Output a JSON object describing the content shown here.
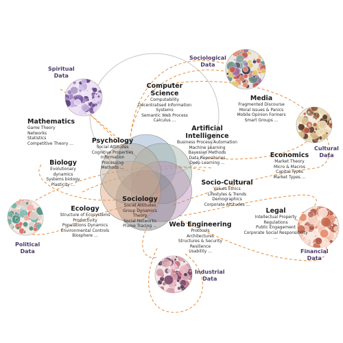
{
  "colors": {
    "dashed": "#e8944a",
    "ring": "#bbbbbb",
    "data_label": "#4d3a6b"
  },
  "venn_core": [
    {
      "fill": "#8aa7c8"
    },
    {
      "fill": "#9fb3a6"
    },
    {
      "fill": "#b98fb6"
    },
    {
      "fill": "#7f7f86"
    },
    {
      "fill": "#e2a277"
    },
    {
      "fill": "#b9ab9a"
    }
  ],
  "data_bubbles": {
    "spiritual": {
      "label": "Spiritual\nData",
      "base": "#ede3f3",
      "dots": [
        "#7a5aa0",
        "#9b7fbf",
        "#c8b1dd",
        "#5c3f80",
        "#e7d8f3"
      ]
    },
    "sociological": {
      "label": "Sociological\nData",
      "base": "#eae6e0",
      "dots": [
        "#3d3a57",
        "#c25d5d",
        "#e4c86b",
        "#6c8f8c",
        "#9a6ea1",
        "#e48c6a"
      ]
    },
    "cultural": {
      "label": "Cultural\nData",
      "base": "#f1ead5",
      "dots": [
        "#5b3b2a",
        "#8a5a3a",
        "#d7b784",
        "#b55a3c",
        "#e9d9b3"
      ]
    },
    "political": {
      "label": "Political\nData",
      "base": "#f6ece6",
      "dots": [
        "#e06b63",
        "#6bb3a8",
        "#f1b3a8",
        "#4e8f84",
        "#d9d0c9"
      ]
    },
    "financial": {
      "label": "Financial\nData",
      "base": "#fbe8e0",
      "dots": [
        "#e78a6c",
        "#c86b4f",
        "#f5c7b3",
        "#fce1d6",
        "#b25a48"
      ]
    },
    "industrial": {
      "label": "Industrial\nData",
      "base": "#f1e6e8",
      "dots": [
        "#7a4a6b",
        "#c46b7a",
        "#e9b9c3",
        "#5a3a55",
        "#d69ca7"
      ]
    }
  },
  "fields": {
    "computer_science": {
      "title": "Computer\nScience",
      "items": [
        "Computability",
        "Decentralised Information",
        "Systems",
        "Semantic Web Process",
        "Calculus ..."
      ]
    },
    "media": {
      "title": "Media",
      "items": [
        "Fragmented Discourse",
        "Moral Issues & Panics",
        "Mobile Opinion Formers",
        "Smart Groups ..."
      ]
    },
    "mathematics": {
      "title": "Mathematics",
      "items": [
        "Game Theory",
        "Networks",
        "Statistics",
        "Competitive Theory ..."
      ]
    },
    "psychology": {
      "title": "Psychology",
      "items": [
        "Social Attitudes",
        "Cognitive Properties",
        "Information",
        "Processing",
        "Methods ..."
      ]
    },
    "ai": {
      "title": "Artificial\nIntelligence",
      "items": [
        "Business Process Automation",
        "Machine Learning",
        "Bayesian Methods",
        "Data Repositories",
        "Deep Learning ..."
      ]
    },
    "economics": {
      "title": "Economics",
      "items": [
        "Market Theory",
        "Micro & Macros",
        "Capital Types",
        "Market Types ..."
      ]
    },
    "biology": {
      "title": "Biology",
      "items": [
        "Evolutionary",
        "dynamics",
        "Systems biology",
        "Plasticity ..."
      ]
    },
    "socio_cultural": {
      "title": "Socio-Cultural",
      "items": [
        "Values Ethics",
        "Lifestyles & Trends",
        "Demographics",
        "Corporate  Attitudes ..."
      ]
    },
    "ecology": {
      "title": "Ecology",
      "items": [
        "Structure of Ecosystems",
        "Productivity",
        "Populations Dynamics",
        "Environmental Controls",
        "Biosphere ..."
      ]
    },
    "sociology": {
      "title": "Sociology",
      "items": [
        "Social Attitudes",
        "Group Dynamics",
        "Theory",
        "Social Networks",
        "Plume Tracing ..."
      ]
    },
    "legal": {
      "title": "Legal",
      "items": [
        "Intellectual Property",
        "Regulations",
        "Public Engagement",
        "Corporate Social Responsibility",
        "..."
      ]
    },
    "web_engineering": {
      "title": "Web Engineering",
      "items": [
        "Protocols",
        "Architectures",
        "Structures  & Security",
        "Resilience",
        "Usability ..."
      ]
    }
  }
}
